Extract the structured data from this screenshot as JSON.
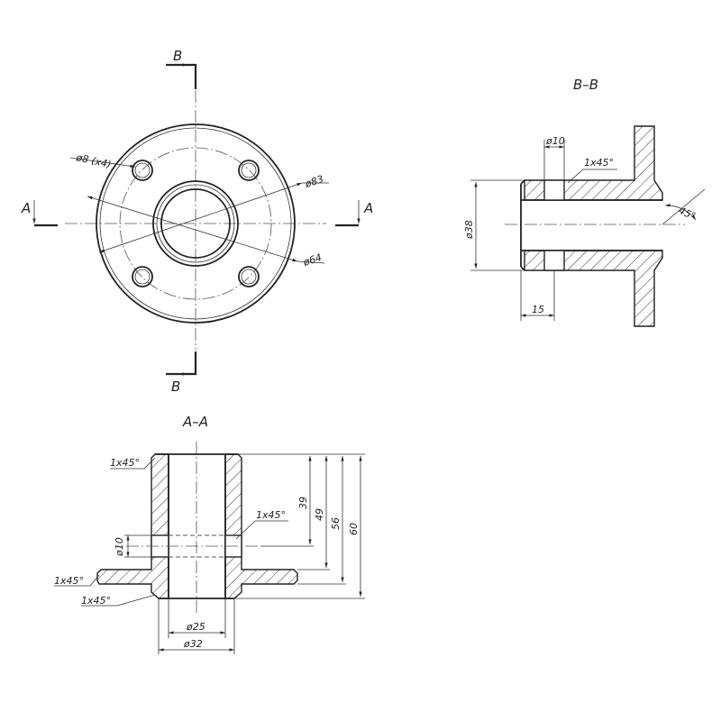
{
  "views": {
    "front": {
      "section_top_label": "B",
      "section_bottom_label": "B",
      "section_left_label": "A",
      "section_right_label": "A",
      "hole_dim": "ø8 (x4)",
      "outer_dim": "ø83",
      "bolt_circle_dim": "ø64"
    },
    "section_bb": {
      "title": "B–B",
      "bore_hole_dim": "ø10",
      "chamfer_dim": "1x45°",
      "angle_dim": "45°",
      "diameter_dim": "ø38",
      "length_dim": "15"
    },
    "section_aa": {
      "title": "A–A",
      "chamfer_top": "1x45°",
      "chamfer_hole": "1x45°",
      "chamfer_flange_1": "1x45°",
      "chamfer_flange_2": "1x45°",
      "hole_dim": "ø10",
      "height_39": "39",
      "height_49": "49",
      "height_56": "56",
      "height_60": "60",
      "bore_dim": "ø25",
      "outer_dim": "ø32"
    }
  }
}
